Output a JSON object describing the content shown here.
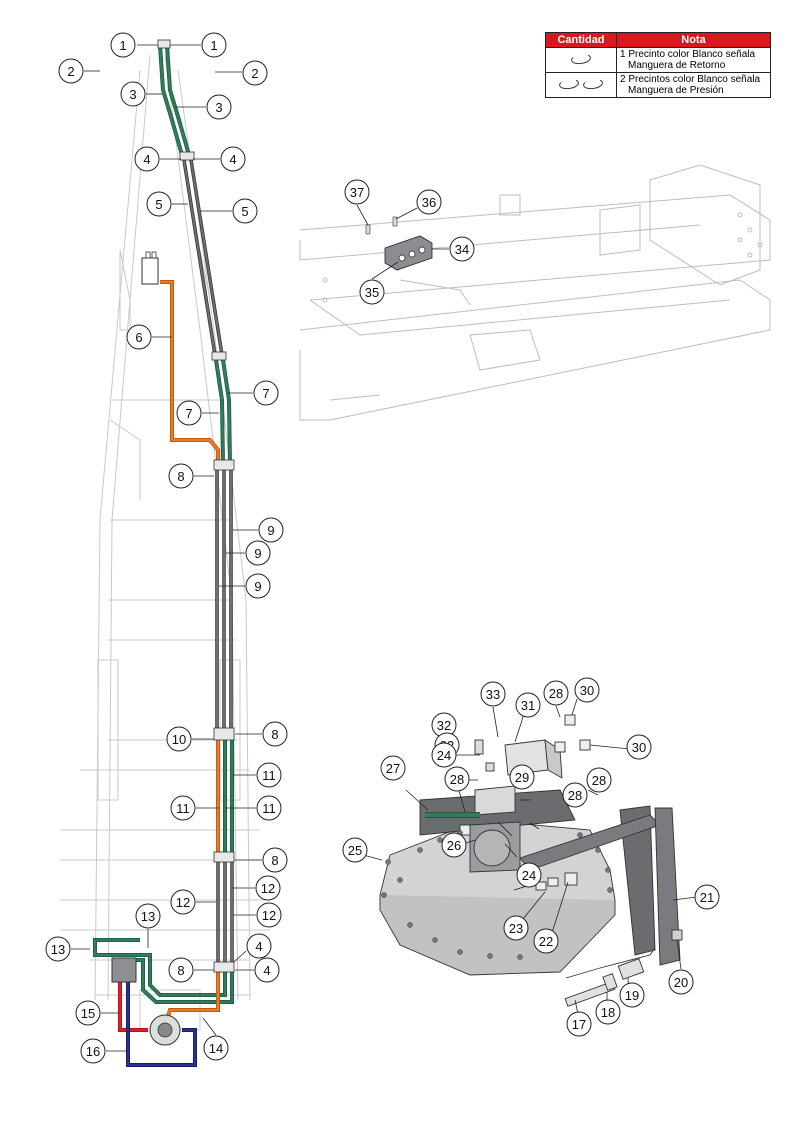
{
  "table": {
    "header_qty": "Cantidad",
    "header_note": "Nota",
    "rows": [
      {
        "note_line1": "1 Precinto color Blanco señala",
        "note_line2": "Manguera de Retorno",
        "icon": "one-tie-clip"
      },
      {
        "note_line1": "2 Precintos color Blanco señala",
        "note_line2": "Manguera de Presión",
        "icon": "two-tie-clips"
      }
    ]
  },
  "callouts": [
    "1",
    "1",
    "2",
    "2",
    "3",
    "3",
    "4",
    "4",
    "5",
    "5",
    "6",
    "7",
    "7",
    "8",
    "9",
    "9",
    "9",
    "10",
    "8",
    "11",
    "11",
    "11",
    "8",
    "12",
    "12",
    "12",
    "13",
    "13",
    "4",
    "8",
    "4",
    "15",
    "14",
    "16",
    "37",
    "36",
    "34",
    "35",
    "33",
    "31",
    "28",
    "30",
    "32",
    "22",
    "24",
    "30",
    "28",
    "27",
    "28",
    "29",
    "28",
    "25",
    "26",
    "21",
    "24",
    "23",
    "22",
    "20",
    "17",
    "18",
    "19"
  ],
  "colors": {
    "hose_green": "#2f7d5b",
    "hose_orange": "#ee7a1f",
    "hose_gray": "#55565a",
    "hose_red": "#e2202a",
    "hose_blue": "#27318f",
    "frame_line": "#c8c8c8",
    "table_header": "#d7191f"
  }
}
